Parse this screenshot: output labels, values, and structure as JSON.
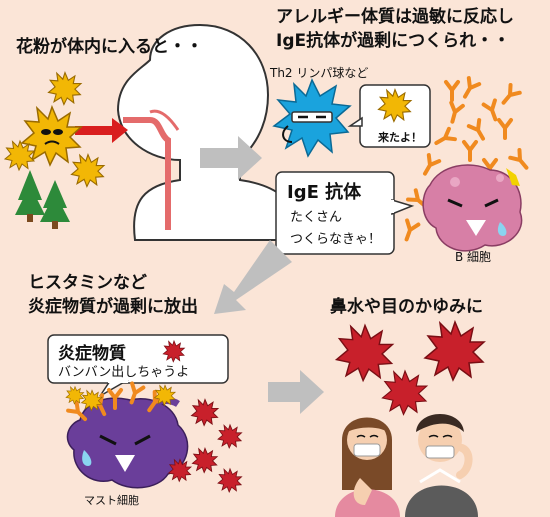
{
  "step1": {
    "caption": "花粉が体内に入ると・・"
  },
  "step2": {
    "caption_line1": "アレルギー体質は過敏に反応し",
    "caption_line2": "IgE抗体が過剰につくられ・・",
    "th2_label": "Th2 リンパ球など",
    "speech_th2": "来たよ！",
    "ige_title": "IgE 抗体",
    "ige_line1": "たくさん",
    "ige_line2": "つくらなきゃ！",
    "bcell_label": "B 細胞"
  },
  "step3": {
    "caption_line1": "ヒスタミンなど",
    "caption_line2": "炎症物質が過剰に放出",
    "speech_title": "炎症物質",
    "speech_line2": "バンバン出しちゃうよ",
    "mast_label": "マスト細胞"
  },
  "step4": {
    "caption": "鼻水や目のかゆみに"
  },
  "colors": {
    "background": "#fbe5d7",
    "pollen": "#f2b705",
    "lymphocyte": "#1aa3dd",
    "bcell": "#d77fa6",
    "antibody": "#f08a1f",
    "mast_cell": "#6a3e9a",
    "inflammatory": "#c8202b",
    "arrow": "#bfbfbf"
  }
}
